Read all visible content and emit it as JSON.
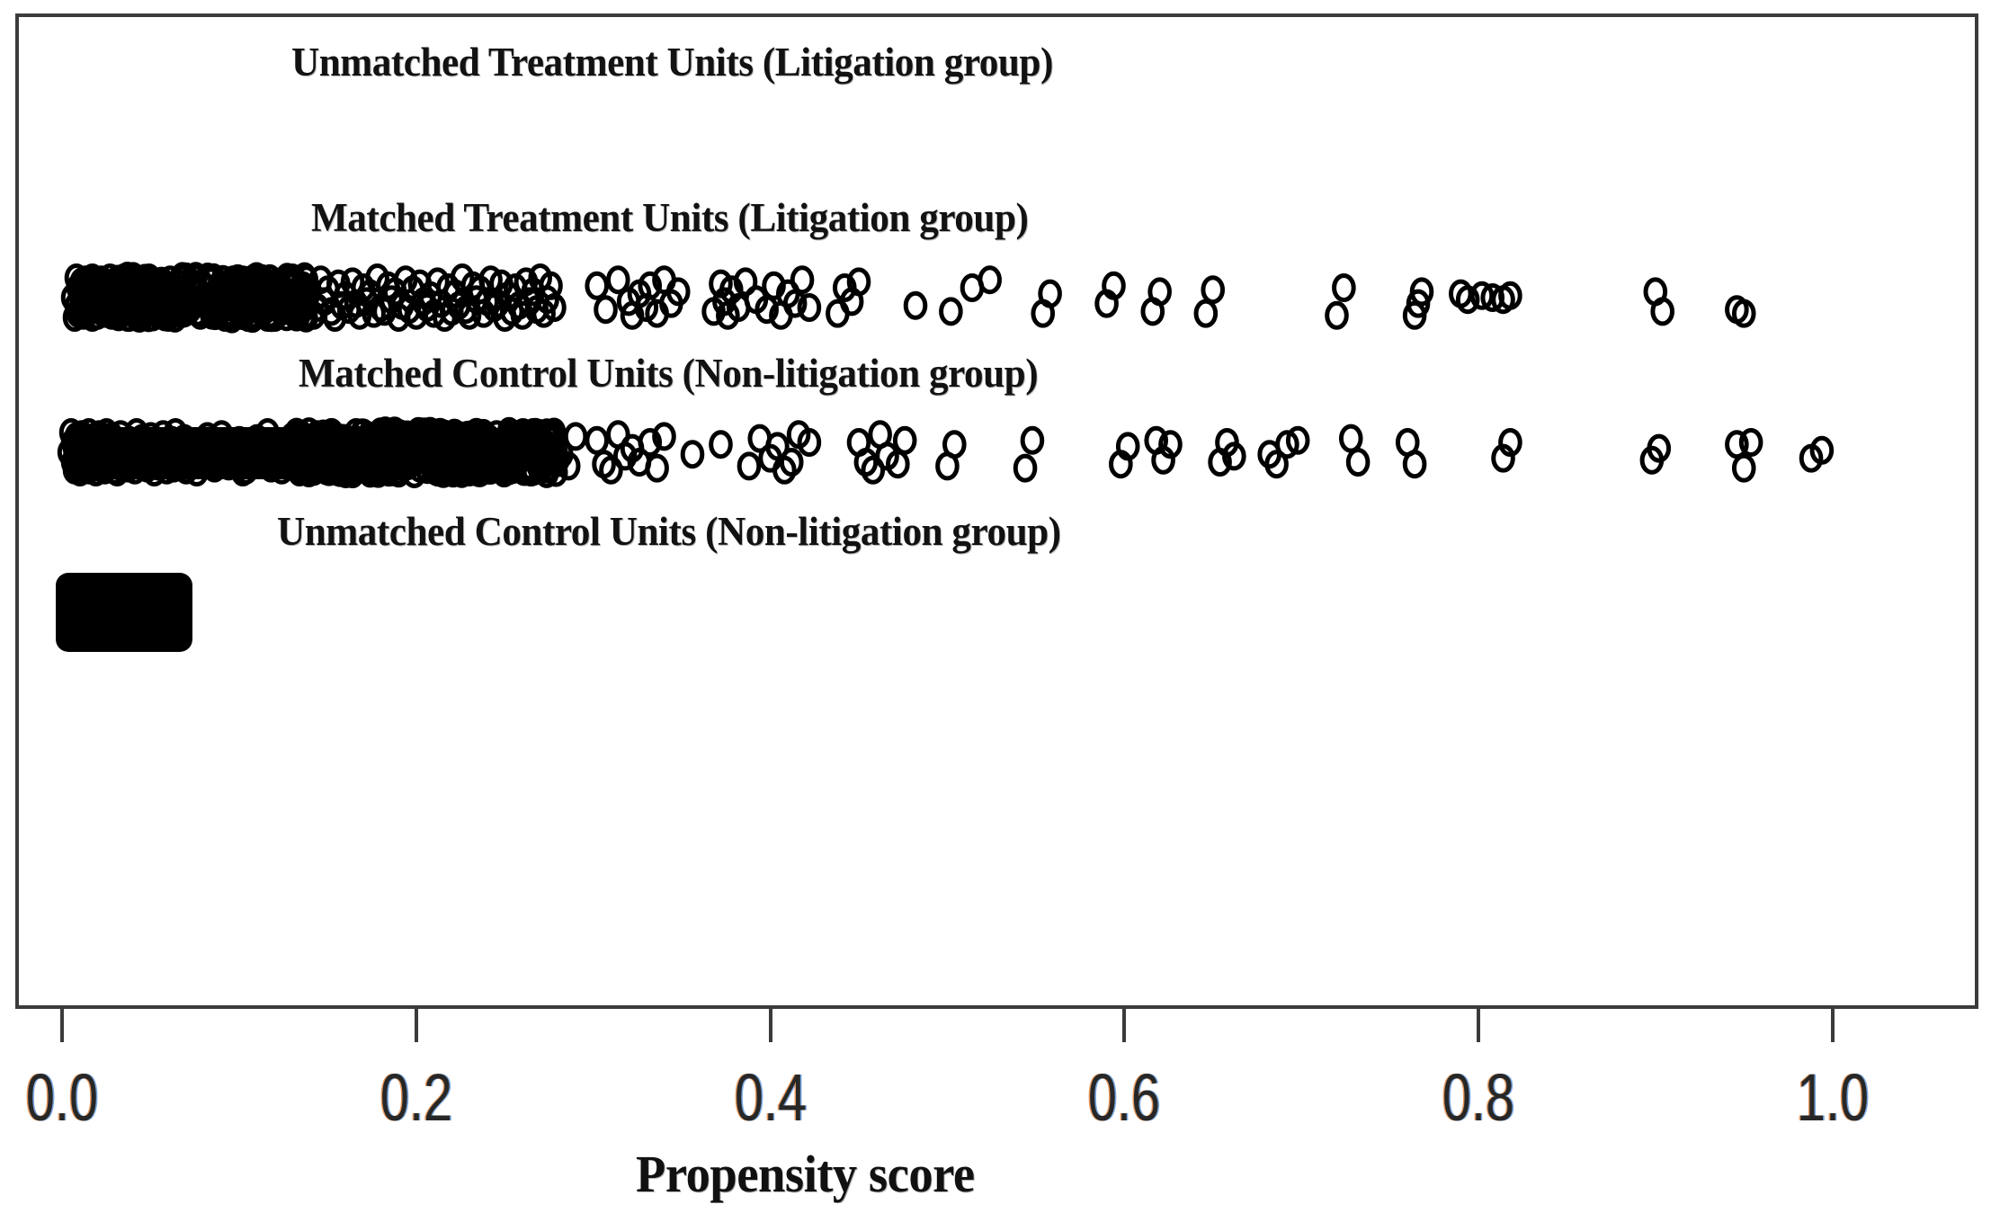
{
  "figure": {
    "background": "#ffffff",
    "panel_border_color": "#3b3b3b",
    "point_color": "#000000",
    "axis_label_color": "#272727"
  },
  "axis": {
    "title": "Propensity score",
    "tick_values": [
      0.0,
      0.2,
      0.4,
      0.6,
      0.8,
      1.0
    ],
    "tick_labels": [
      "0.0",
      "0.2",
      "0.4",
      "0.6",
      "0.8",
      "1.0"
    ],
    "xlim": [
      -0.0265,
      1.0825
    ]
  },
  "groups": [
    {
      "key": "unmatched_treatment",
      "label": "Unmatched Treatment Units (Litigation group)",
      "n_points": 0,
      "note": "empty strip - no unmatched treatment units"
    },
    {
      "key": "matched_treatment",
      "label": "Matched Treatment Units (Litigation group)",
      "n_points": 268
    },
    {
      "key": "matched_control",
      "label": "Matched Control Units (Non-litigation group)",
      "n_points": 268
    },
    {
      "key": "unmatched_control",
      "label": "Unmatched Control Units (Non-litigation group)",
      "n_points": 4000,
      "note": "dense solid mass from 0.00 to 0.065"
    }
  ],
  "chart_data": {
    "type": "scatter",
    "title": "",
    "xlabel": "Propensity score",
    "ylabel": "",
    "xlim": [
      -0.0265,
      1.0825
    ],
    "grid": false,
    "legend": "none",
    "marker": "open-circle",
    "row_labels": [
      "Unmatched Treatment Units (Litigation group)",
      "Matched Treatment Units (Litigation group)",
      "Matched Control Units (Non-litigation group)",
      "Unmatched Control Units (Non-litigation group)"
    ],
    "xticks": [
      0.0,
      0.2,
      0.4,
      0.6,
      0.8,
      1.0
    ],
    "series": [
      {
        "name": "Unmatched Treatment Units (Litigation group)",
        "row": 1,
        "x": [],
        "jitter": []
      },
      {
        "name": "Matched Treatment Units (Litigation group)",
        "row": 2,
        "x": [
          0.004,
          0.005,
          0.006,
          0.006,
          0.007,
          0.007,
          0.008,
          0.008,
          0.009,
          0.009,
          0.01,
          0.01,
          0.011,
          0.011,
          0.012,
          0.012,
          0.013,
          0.013,
          0.014,
          0.014,
          0.015,
          0.015,
          0.016,
          0.016,
          0.017,
          0.017,
          0.018,
          0.018,
          0.019,
          0.019,
          0.02,
          0.02,
          0.021,
          0.021,
          0.022,
          0.022,
          0.023,
          0.023,
          0.024,
          0.024,
          0.025,
          0.026,
          0.027,
          0.028,
          0.029,
          0.03,
          0.031,
          0.032,
          0.033,
          0.034,
          0.035,
          0.036,
          0.037,
          0.038,
          0.039,
          0.04,
          0.041,
          0.042,
          0.043,
          0.044,
          0.045,
          0.046,
          0.047,
          0.048,
          0.049,
          0.05,
          0.051,
          0.052,
          0.053,
          0.054,
          0.055,
          0.056,
          0.057,
          0.058,
          0.059,
          0.06,
          0.061,
          0.062,
          0.063,
          0.064,
          0.066,
          0.068,
          0.07,
          0.072,
          0.074,
          0.076,
          0.078,
          0.08,
          0.082,
          0.084,
          0.086,
          0.088,
          0.09,
          0.092,
          0.094,
          0.096,
          0.098,
          0.1,
          0.102,
          0.104,
          0.106,
          0.108,
          0.11,
          0.112,
          0.114,
          0.116,
          0.118,
          0.12,
          0.122,
          0.124,
          0.126,
          0.128,
          0.13,
          0.132,
          0.134,
          0.136,
          0.138,
          0.14,
          0.142,
          0.144,
          0.146,
          0.148,
          0.15,
          0.152,
          0.154,
          0.156,
          0.158,
          0.16,
          0.162,
          0.164,
          0.166,
          0.168,
          0.17,
          0.172,
          0.174,
          0.176,
          0.178,
          0.18,
          0.182,
          0.184,
          0.186,
          0.188,
          0.19,
          0.192,
          0.194,
          0.196,
          0.198,
          0.2,
          0.202,
          0.204,
          0.206,
          0.208,
          0.21,
          0.212,
          0.214,
          0.216,
          0.218,
          0.22,
          0.222,
          0.224,
          0.226,
          0.228,
          0.23,
          0.232,
          0.234,
          0.236,
          0.238,
          0.24,
          0.242,
          0.244,
          0.246,
          0.248,
          0.25,
          0.252,
          0.254,
          0.256,
          0.258,
          0.26,
          0.262,
          0.264,
          0.266,
          0.268,
          0.27,
          0.272,
          0.274,
          0.276,
          0.3,
          0.305,
          0.312,
          0.318,
          0.32,
          0.324,
          0.328,
          0.33,
          0.334,
          0.338,
          0.342,
          0.346,
          0.366,
          0.37,
          0.372,
          0.374,
          0.376,
          0.38,
          0.384,
          0.39,
          0.396,
          0.4,
          0.404,
          0.408,
          0.412,
          0.416,
          0.42,
          0.436,
          0.44,
          0.444,
          0.448,
          0.48,
          0.5,
          0.512,
          0.522,
          0.552,
          0.556,
          0.588,
          0.592,
          0.614,
          0.618,
          0.644,
          0.648,
          0.718,
          0.722,
          0.762,
          0.764,
          0.766,
          0.788,
          0.792,
          0.8,
          0.806,
          0.812,
          0.816,
          0.898,
          0.902,
          0.944,
          0.948
        ],
        "jitter": [
          0,
          1,
          -1,
          0.4,
          -0.5,
          0.8,
          -0.3,
          0.6,
          -0.8,
          0.2,
          0.9,
          -0.6,
          0.1,
          -0.9,
          0.5,
          -0.2,
          0.7,
          -0.4,
          0.3,
          -0.7,
          1,
          -1,
          0.6,
          -0.3,
          0.2,
          -0.8,
          0.9,
          -0.1,
          0.4,
          -0.6,
          0.7,
          -0.9,
          0.1,
          0.5,
          -0.4,
          0.8,
          -0.2,
          0.3,
          -0.7,
          0.6,
          -1,
          0.9,
          -0.5,
          0.2,
          0.7,
          -0.8,
          0.4,
          -0.1,
          0.6,
          -0.6,
          1,
          -0.3,
          0.5,
          -0.9,
          0.2,
          0.8,
          -0.4,
          0.3,
          -0.7,
          0.9,
          -0.2,
          0.6,
          -1,
          0.4,
          0.1,
          -0.5,
          0.7,
          -0.8,
          0.3,
          0.9,
          -0.6,
          0.2,
          -0.3,
          1,
          -0.9,
          0.5,
          0.7,
          -0.4,
          0.1,
          -0.7,
          0.8,
          -0.2,
          0.6,
          -1,
          0.3,
          0.9,
          -0.5,
          0.4,
          -0.8,
          0.2,
          0.7,
          -0.3,
          1,
          -0.6,
          0.5,
          -0.1,
          0.8,
          -0.9,
          0.3,
          0.6,
          -0.4,
          0.9,
          -0.7,
          0.2,
          1,
          -0.5,
          0.4,
          -0.2,
          0.7,
          -0.8,
          0.6,
          -1,
          0.3,
          0.8,
          -0.6,
          0.1,
          -0.3,
          0.9,
          0.5,
          -0.9,
          0.2,
          -0.4,
          0.7,
          1,
          -0.7,
          0.4,
          -0.1,
          0.6,
          -0.8,
          0.3,
          0.9,
          -0.5,
          0.2,
          -0.2,
          0.8,
          -1,
          0.5,
          0.7,
          -0.6,
          0.1,
          -0.3,
          1,
          0.4,
          -0.9,
          0.6,
          -0.4,
          0.9,
          -0.7,
          0.2,
          0.5,
          -0.1,
          0.8,
          -0.8,
          0.3,
          1,
          -0.5,
          0.7,
          -0.2,
          0.4,
          -1,
          0.6,
          0.9,
          -0.6,
          0.1,
          -0.4,
          0.8,
          0.2,
          -0.9,
          0.5,
          0.3,
          -0.7,
          1,
          -0.1,
          0.7,
          -0.5,
          0.4,
          0.9,
          -0.8,
          0.2,
          -0.3,
          0.6,
          -1,
          0.8,
          0.1,
          -0.6,
          0.5,
          -0.6,
          0.6,
          -0.9,
          0.2,
          0.9,
          -0.2,
          0.5,
          -0.6,
          0.8,
          -0.9,
          0.3,
          -0.3,
          0.7,
          -0.7,
          0.2,
          0.9,
          -0.4,
          0.5,
          -0.8,
          0.1,
          0.6,
          -0.6,
          0.9,
          -0.2,
          0.3,
          -0.9,
          0.5,
          0.8,
          -0.5,
          0.2,
          -0.8,
          0.4,
          0.7,
          -0.5,
          -0.9,
          0.8,
          -0.2,
          0.3,
          -0.6,
          0.7,
          -0.3,
          0.8,
          -0.4,
          0.9,
          -0.5,
          0.9,
          0.3,
          -0.3,
          -0.2,
          0.1,
          -0.1,
          0,
          0.1,
          -0.1,
          -0.3,
          0.7,
          0.6,
          0.8
        ]
      },
      {
        "name": "Matched Control Units (Non-litigation group)",
        "row": 3,
        "x": [
          0.002,
          0.003,
          0.004,
          0.004,
          0.005,
          0.005,
          0.006,
          0.006,
          0.007,
          0.007,
          0.008,
          0.008,
          0.009,
          0.009,
          0.01,
          0.01,
          0.011,
          0.011,
          0.012,
          0.012,
          0.013,
          0.013,
          0.014,
          0.014,
          0.015,
          0.015,
          0.016,
          0.016,
          0.017,
          0.017,
          0.018,
          0.018,
          0.019,
          0.019,
          0.02,
          0.02,
          0.021,
          0.021,
          0.022,
          0.022,
          0.023,
          0.023,
          0.024,
          0.024,
          0.025,
          0.025,
          0.026,
          0.026,
          0.027,
          0.027,
          0.028,
          0.029,
          0.03,
          0.031,
          0.032,
          0.033,
          0.034,
          0.035,
          0.036,
          0.037,
          0.038,
          0.039,
          0.04,
          0.041,
          0.042,
          0.043,
          0.044,
          0.045,
          0.046,
          0.047,
          0.048,
          0.049,
          0.05,
          0.051,
          0.052,
          0.053,
          0.054,
          0.055,
          0.056,
          0.057,
          0.058,
          0.059,
          0.06,
          0.061,
          0.062,
          0.063,
          0.064,
          0.065,
          0.066,
          0.067,
          0.068,
          0.07,
          0.072,
          0.074,
          0.076,
          0.078,
          0.08,
          0.082,
          0.084,
          0.086,
          0.088,
          0.09,
          0.092,
          0.094,
          0.096,
          0.098,
          0.1,
          0.102,
          0.104,
          0.106,
          0.108,
          0.11,
          0.112,
          0.114,
          0.116,
          0.118,
          0.12,
          0.122,
          0.124,
          0.126,
          0.128,
          0.13,
          0.132,
          0.134,
          0.136,
          0.138,
          0.14,
          0.142,
          0.144,
          0.146,
          0.148,
          0.15,
          0.152,
          0.154,
          0.156,
          0.158,
          0.16,
          0.162,
          0.164,
          0.166,
          0.168,
          0.17,
          0.172,
          0.174,
          0.176,
          0.178,
          0.18,
          0.182,
          0.184,
          0.186,
          0.188,
          0.19,
          0.192,
          0.194,
          0.196,
          0.198,
          0.2,
          0.204,
          0.208,
          0.212,
          0.216,
          0.22,
          0.224,
          0.228,
          0.232,
          0.236,
          0.24,
          0.244,
          0.248,
          0.252,
          0.256,
          0.26,
          0.264,
          0.268,
          0.272,
          0.276,
          0.28,
          0.284,
          0.288,
          0.3,
          0.304,
          0.308,
          0.312,
          0.316,
          0.32,
          0.324,
          0.33,
          0.334,
          0.338,
          0.354,
          0.37,
          0.386,
          0.392,
          0.398,
          0.402,
          0.406,
          0.41,
          0.414,
          0.42,
          0.448,
          0.452,
          0.456,
          0.46,
          0.464,
          0.47,
          0.474,
          0.498,
          0.502,
          0.542,
          0.546,
          0.596,
          0.6,
          0.616,
          0.62,
          0.624,
          0.652,
          0.656,
          0.66,
          0.68,
          0.684,
          0.69,
          0.696,
          0.726,
          0.73,
          0.758,
          0.762,
          0.812,
          0.816,
          0.896,
          0.9,
          0.944,
          0.948,
          0.952,
          0.986,
          0.992
        ],
        "jitter": [
          0,
          -1,
          0.5,
          -0.5,
          0.9,
          -0.2,
          0.3,
          -0.8,
          0.7,
          -0.4,
          1,
          -0.6,
          0.2,
          -0.9,
          0.6,
          -0.1,
          0.8,
          -0.7,
          0.4,
          -0.3,
          0.9,
          -1,
          0.1,
          0.5,
          -0.5,
          0.7,
          -0.2,
          0.3,
          -0.8,
          1,
          -0.4,
          0.6,
          -0.9,
          0.2,
          0.8,
          -0.6,
          0.4,
          -0.1,
          0.9,
          -0.7,
          0.3,
          -1,
          0.5,
          0.7,
          -0.3,
          0.1,
          -0.8,
          0.6,
          0.9,
          -0.5,
          -0.2,
          1,
          0.4,
          -0.9,
          0.7,
          -0.4,
          0.2,
          0.8,
          -0.6,
          0.3,
          -0.1,
          0.9,
          -1,
          0.5,
          0.6,
          -0.7,
          0.1,
          -0.3,
          0.8,
          0.4,
          -0.8,
          0.2,
          1,
          -0.5,
          0.7,
          -0.2,
          0.3,
          -0.9,
          0.6,
          0.9,
          -0.4,
          0.1,
          -0.6,
          0.8,
          -1,
          0.5,
          0.2,
          -0.3,
          0.7,
          -0.7,
          0.9,
          -0.2,
          0.4,
          1,
          -0.5,
          0.6,
          -0.8,
          0.3,
          0.8,
          -0.1,
          -0.9,
          0.5,
          0.7,
          -0.4,
          0.2,
          -0.6,
          1,
          0.9,
          -0.3,
          0.1,
          -0.7,
          0.6,
          0.4,
          -1,
          0.8,
          -0.2,
          0.3,
          0.9,
          -0.5,
          0.7,
          -0.8,
          0.2,
          1,
          -0.4,
          0.5,
          -0.1,
          0.6,
          -0.9,
          0.8,
          0.3,
          -0.6,
          0.9,
          -0.3,
          1,
          0.4,
          -0.7,
          0.2,
          0.7,
          -1,
          0.5,
          -0.2,
          0.8,
          0.1,
          -0.5,
          0.9,
          -0.8,
          0.6,
          0.3,
          -0.4,
          1,
          -0.9,
          0.7,
          0.2,
          -0.1,
          0.5,
          -0.6,
          0.8,
          -0.4,
          0.9,
          0.1,
          -0.7,
          0.6,
          -0.2,
          1,
          0.3,
          -0.9,
          0.7,
          -0.5,
          0.4,
          0.8,
          -0.3,
          0.2,
          -1,
          0.9,
          0.5,
          -0.6,
          0.1,
          0.7,
          -0.8,
          -0.6,
          0.6,
          0.9,
          -0.9,
          0.2,
          -0.2,
          0.5,
          -0.5,
          0.8,
          -0.8,
          0.1,
          -0.4,
          0.7,
          -0.7,
          0.3,
          -0.3,
          0.9,
          0.5,
          -0.9,
          -0.5,
          -0.5,
          0.5,
          0.9,
          -0.9,
          0.2,
          0.6,
          -0.6,
          0.7,
          -0.4,
          0.8,
          -0.6,
          0.6,
          -0.3,
          -0.6,
          0.4,
          -0.4,
          0.5,
          -0.5,
          0.2,
          0.1,
          0.6,
          -0.4,
          -0.6,
          -0.7,
          0.5,
          -0.5,
          0.6,
          0.3,
          -0.5,
          0.4,
          -0.2,
          -0.4,
          0.8,
          -0.5,
          0.3,
          -0.1
        ]
      },
      {
        "name": "Unmatched Control Units (Non-litigation group)",
        "row": 4,
        "x_range": [
          0.0,
          0.066
        ],
        "rendered_as": "solid-filled-mass"
      }
    ]
  }
}
